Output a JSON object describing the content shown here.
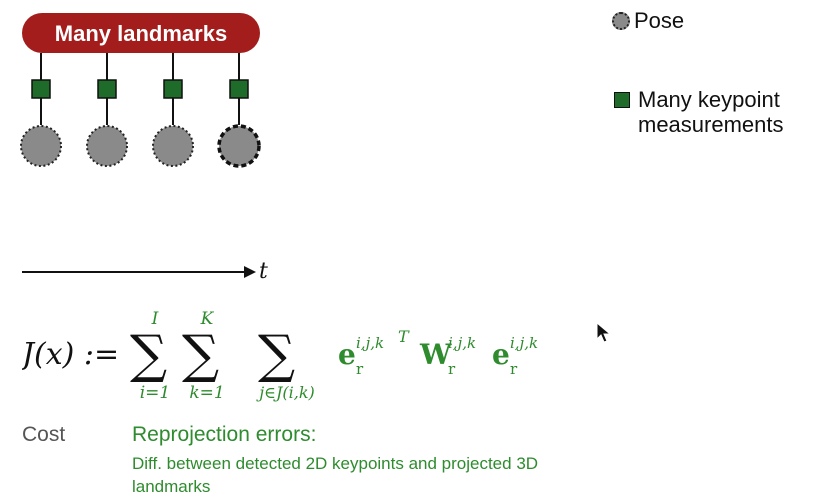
{
  "diagram": {
    "landmark_label": "Many landmarks",
    "colors": {
      "landmark": "#a21d1b",
      "factor": "#1f6b2a",
      "pose": "#8a8a8a"
    }
  },
  "legend": {
    "pose_label": "Pose",
    "measurement_label": "Many keypoint measurements"
  },
  "axis": {
    "label": "t"
  },
  "formula": {
    "lhs": "J(x) :=",
    "sum1_upper": "I",
    "sum1_lower": "i=1",
    "sum2_upper": "K",
    "sum2_lower": "k=1",
    "sum3_lower": "j∈J(i,k)",
    "term_superscript": "i,j,k",
    "color": "#2e8b2e"
  },
  "annotations": {
    "cost": "Cost",
    "reprojection_title": "Reprojection errors:",
    "reprojection_desc": "Diff. between detected 2D keypoints and projected 3D landmarks"
  }
}
